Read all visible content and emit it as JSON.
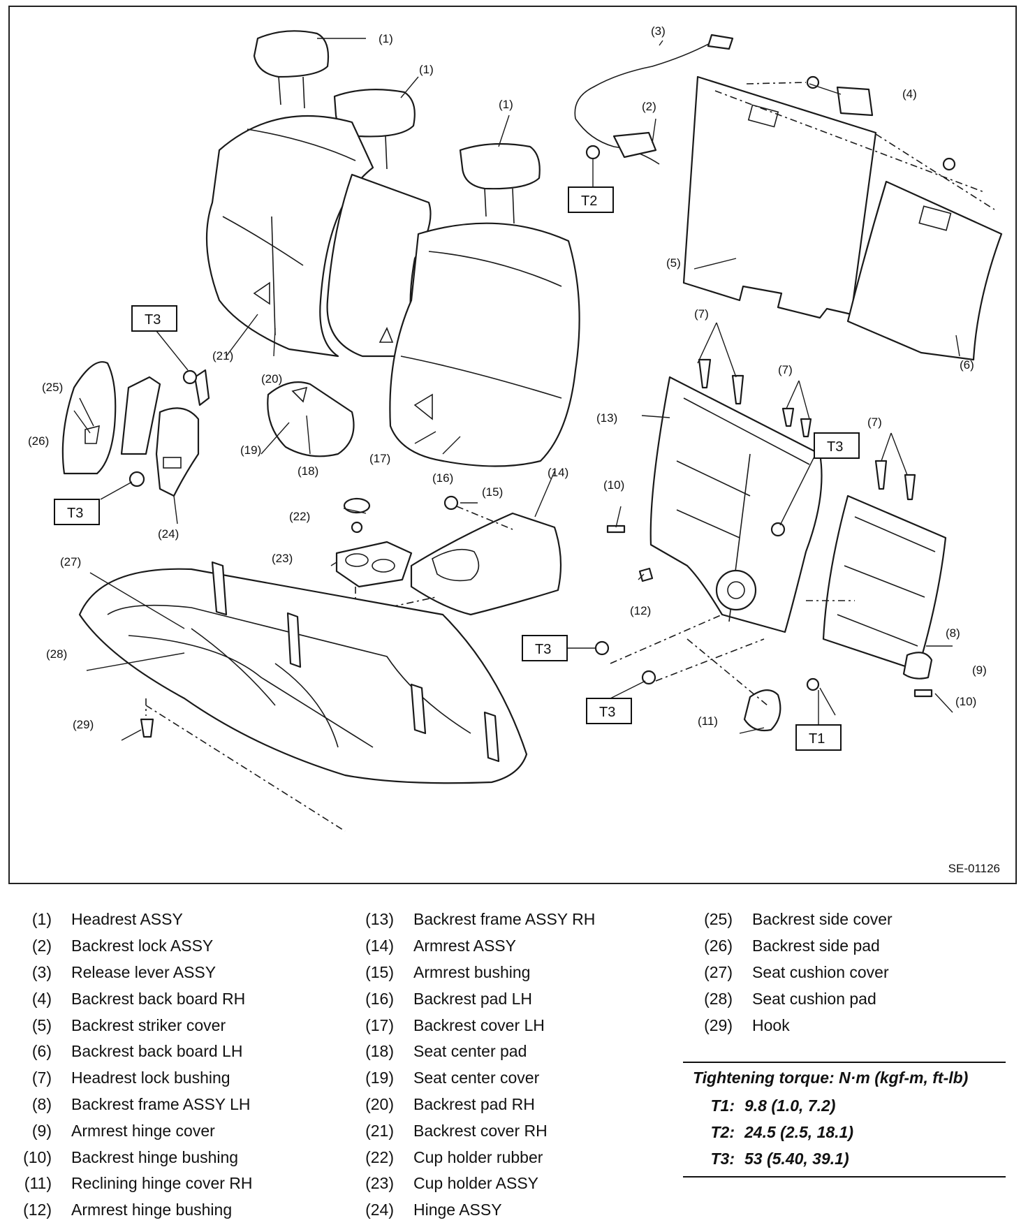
{
  "figure_code": "SE-01126",
  "callouts": {
    "c1": "(1)",
    "c2": "(2)",
    "c3": "(3)",
    "c4": "(4)",
    "c5": "(5)",
    "c6": "(6)",
    "c7": "(7)",
    "c8": "(8)",
    "c9": "(9)",
    "c10": "(10)",
    "c11": "(11)",
    "c12": "(12)",
    "c13": "(13)",
    "c14": "(14)",
    "c15": "(15)",
    "c16": "(16)",
    "c17": "(17)",
    "c18": "(18)",
    "c19": "(19)",
    "c20": "(20)",
    "c21": "(21)",
    "c22": "(22)",
    "c23": "(23)",
    "c24": "(24)",
    "c25": "(25)",
    "c26": "(26)",
    "c27": "(27)",
    "c28": "(28)",
    "c29": "(29)"
  },
  "torque_tags": {
    "t1": "T1",
    "t2": "T2",
    "t3": "T3"
  },
  "legend": {
    "col1": [
      {
        "num": "(1)",
        "name": "Headrest ASSY"
      },
      {
        "num": "(2)",
        "name": "Backrest lock ASSY"
      },
      {
        "num": "(3)",
        "name": "Release lever ASSY"
      },
      {
        "num": "(4)",
        "name": "Backrest back board RH"
      },
      {
        "num": "(5)",
        "name": "Backrest striker cover"
      },
      {
        "num": "(6)",
        "name": "Backrest back board LH"
      },
      {
        "num": "(7)",
        "name": "Headrest lock bushing"
      },
      {
        "num": "(8)",
        "name": "Backrest frame ASSY LH"
      },
      {
        "num": "(9)",
        "name": "Armrest hinge cover"
      },
      {
        "num": "(10)",
        "name": "Backrest hinge bushing"
      },
      {
        "num": "(11)",
        "name": "Reclining hinge cover RH"
      },
      {
        "num": "(12)",
        "name": "Armrest hinge bushing"
      }
    ],
    "col2": [
      {
        "num": "(13)",
        "name": "Backrest frame ASSY RH"
      },
      {
        "num": "(14)",
        "name": "Armrest ASSY"
      },
      {
        "num": "(15)",
        "name": "Armrest bushing"
      },
      {
        "num": "(16)",
        "name": "Backrest pad LH"
      },
      {
        "num": "(17)",
        "name": "Backrest cover LH"
      },
      {
        "num": "(18)",
        "name": "Seat center pad"
      },
      {
        "num": "(19)",
        "name": "Seat center cover"
      },
      {
        "num": "(20)",
        "name": "Backrest pad RH"
      },
      {
        "num": "(21)",
        "name": "Backrest cover RH"
      },
      {
        "num": "(22)",
        "name": "Cup holder rubber"
      },
      {
        "num": "(23)",
        "name": "Cup holder ASSY"
      },
      {
        "num": "(24)",
        "name": "Hinge ASSY"
      }
    ],
    "col3": [
      {
        "num": "(25)",
        "name": "Backrest side cover"
      },
      {
        "num": "(26)",
        "name": "Backrest side pad"
      },
      {
        "num": "(27)",
        "name": "Seat cushion cover"
      },
      {
        "num": "(28)",
        "name": "Seat cushion pad"
      },
      {
        "num": "(29)",
        "name": "Hook"
      }
    ]
  },
  "torque": {
    "heading": "Tightening torque: N·m (kgf-m, ft-lb)",
    "rows": [
      {
        "key": "T1:",
        "value": "9.8 (1.0, 7.2)"
      },
      {
        "key": "T2:",
        "value": "24.5 (2.5, 18.1)"
      },
      {
        "key": "T3:",
        "value": "53 (5.40, 39.1)"
      }
    ]
  }
}
